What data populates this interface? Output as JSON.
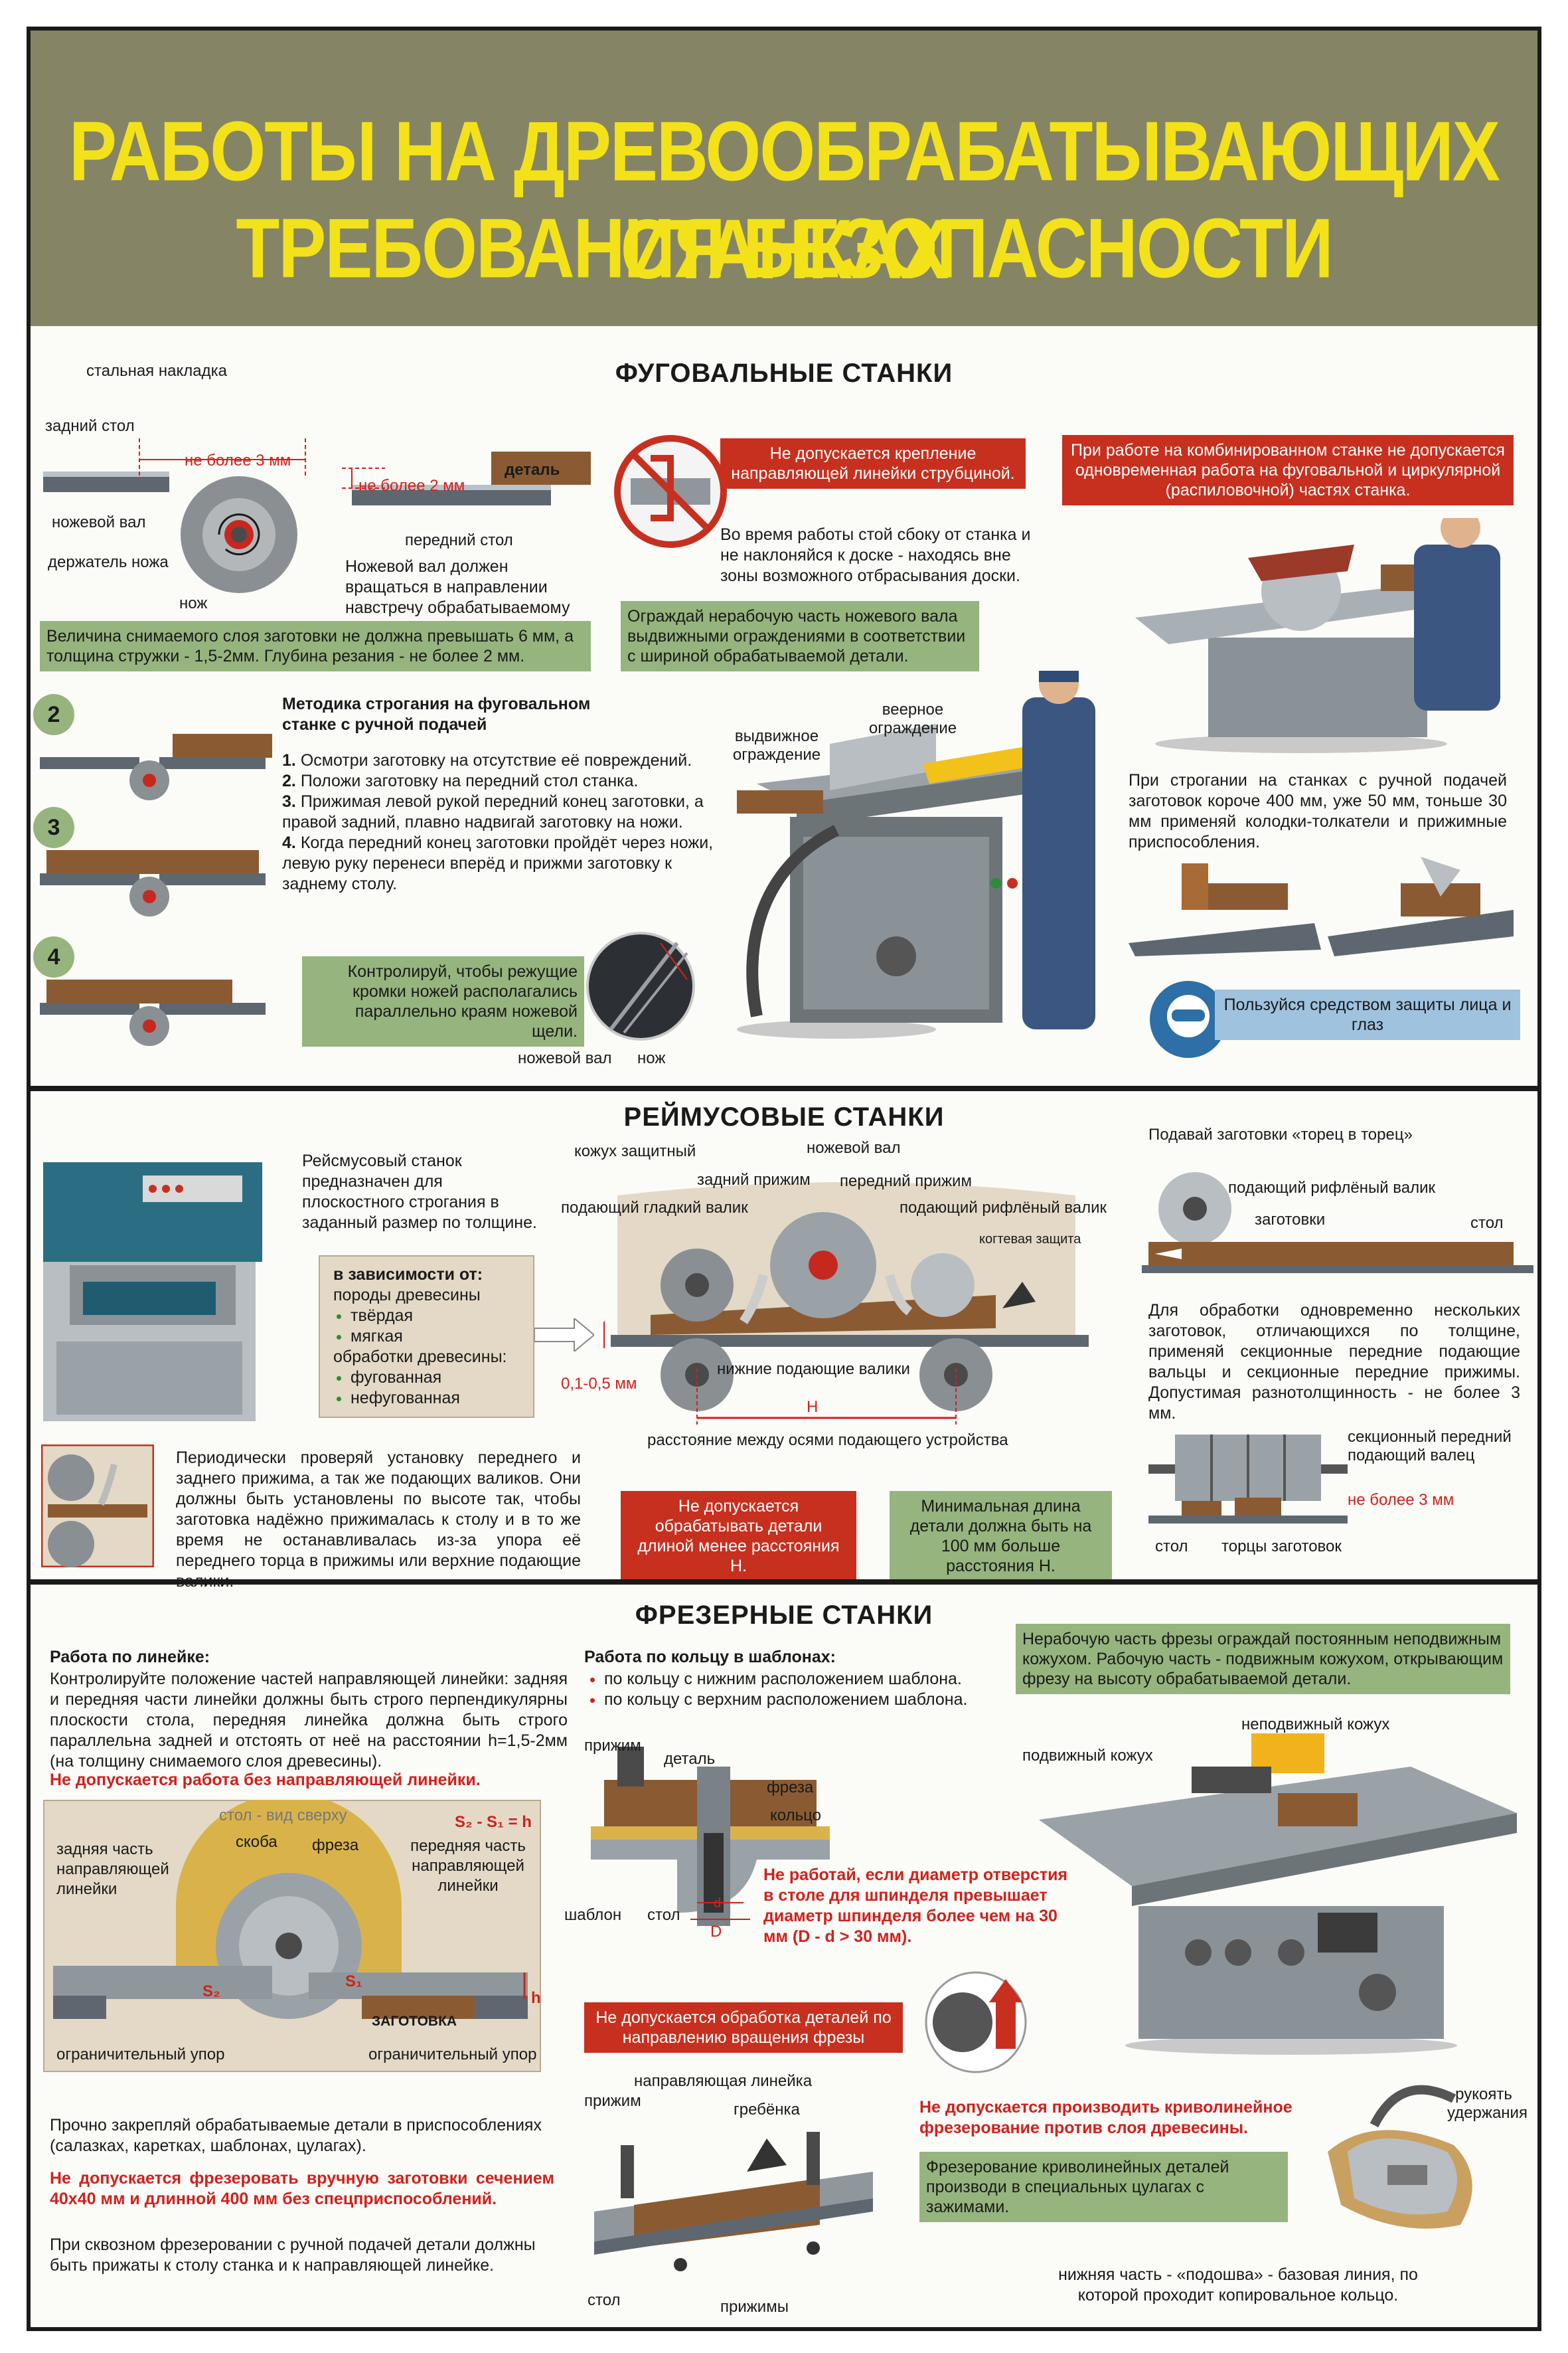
{
  "header": {
    "line1": "РАБОТЫ НА ДРЕВООБРАБАТЫВАЮЩИХ СТАНКАХ",
    "line2": "ТРЕБОВАНИЯ БЕЗОПАСНОСТИ"
  },
  "jointer": {
    "title": "ФУГОВАЛЬНЫЕ СТАНКИ",
    "labels": {
      "steel_plate": "стальная накладка",
      "rear_table": "задний стол",
      "max_3mm": "не более 3 мм",
      "max_2mm": "не более 2 мм",
      "part": "деталь",
      "cutter_shaft": "ножевой вал",
      "front_table": "передний стол",
      "knife_holder": "держатель ножа",
      "knife": "нож",
      "rotation_note": "Ножевой вал должен вращаться в направлении навстречу обрабатываемому материалу."
    },
    "layer_note": "Величина снимаемого слоя заготовки не должна превышать 6 мм, а толщина стружки - 1,5-2мм. Глубина резания - не более 2 мм.",
    "method_title": "Методика строгания на фуговальном станке с ручной подачей",
    "steps": [
      {
        "n": "1.",
        "text": "Осмотри заготовку на отсутствие её повреждений."
      },
      {
        "n": "2.",
        "text": "Положи заготовку на передний стол станка."
      },
      {
        "n": "3.",
        "text": "Прижимая левой рукой передний конец заготовки, а правой задний, плавно надвигай заготовку на ножи."
      },
      {
        "n": "4.",
        "text": "Когда передний конец заготовки пройдёт через ножи, левую руку перенеси вперёд и прижми заготовку к заднему столу."
      }
    ],
    "step_numbers": [
      "2",
      "3",
      "4"
    ],
    "clamp_warning": "Не допускается крепление направляющей линейки струбциной.",
    "side_note": "Во время работы стой сбоку от станка и не наклоняйся к доске - находясь вне зоны возможного отбрасывания доски.",
    "guard_note": "Ограждай нерабочую часть ножевого вала выдвижными ограждениями в соответствии с шириной обрабатываемой детали.",
    "sliding_guard": "выдвижное ограждение",
    "fan_guard": "веерное ограждение",
    "combined_warning": "При работе на комбинированном станке не допускается одновременная работа на фуговальной и циркулярной (распиловочной) частях станка.",
    "pusher_note": "При строгании на станках с ручной подачей заготовок короче 400 мм, уже 50 мм, тоньше 30 мм применяй колодки-толкатели и прижимные приспособления.",
    "edges_note": "Контролируй, чтобы режущие кромки ножей располагались параллельно краям ножевой щели.",
    "shaft_label": "ножевой вал",
    "knife_label": "нож",
    "ppe_note": "Пользуйся средством защиты лица и глаз"
  },
  "planer": {
    "title": "РЕЙМУСОВЫЕ СТАНКИ",
    "intro": "Рейсмусовый станок предназначен для плоскостного строгания в заданный размер по толщине.",
    "depends_title": "в зависимости от:",
    "depends_items": [
      "породы древесины",
      "твёрдая",
      "мягкая",
      "обработки древесины:",
      "фугованная",
      "нефугованная"
    ],
    "labels": {
      "guard_cover": "кожух защитный",
      "cutter_shaft": "ножевой вал",
      "rear_clamp": "задний прижим",
      "front_clamp": "передний прижим",
      "smooth_roller": "подающий гладкий валик",
      "grooved_roller": "подающий рифлёный валик",
      "claw_guard": "когтевая защита",
      "lower_rollers": "нижние подающие валики",
      "gap": "0,1-0,5 мм",
      "h": "H",
      "axis_distance": "расстояние между осями подающего устройства"
    },
    "check_note": "Периодически проверяй установку переднего и заднего прижима, а так же подающих валиков. Они должны быть установлены по высоте так, чтобы заготовка надёжно прижималась к столу и в то же время не останавливалась из-за упора её переднего торца в прижимы или верхние подающие валики.",
    "short_warning": "Не допускается обрабатывать детали длиной менее расстояния Н.",
    "min_length": "Минимальная длина детали должна быть на 100 мм больше расстояния Н.",
    "end_to_end": "Подавай заготовки «торец в торец»",
    "feed_roller": "подающий рифлёный валик",
    "workpieces": "заготовки",
    "table": "стол",
    "multi_note": "Для обработки одновременно нескольких заготовок, отличающихся по толщине, применяй секционные передние подающие вальцы и секционные передние прижимы. Допустимая разнотолщинность - не более 3 мм.",
    "sectional_roller": "секционный передний подающий валец",
    "max_3mm": "не более 3 мм",
    "table2": "стол",
    "ends": "торцы заготовок"
  },
  "milling": {
    "title": "ФРЕЗЕРНЫЕ СТАНКИ",
    "ruler_title": "Работа по линейке:",
    "ruler_text": "Контролируйте положение частей направляющей линейки: задняя и передняя части линейки должны быть строго перпендикулярны плоскости стола, передняя линейка должна быть строго параллельна задней и отстоять от неё на расстоянии h=1,5-2мм (на толщину снимаемого слоя древесины).",
    "no_ruler_warning": "Не допускается работа без направляющей линейки.",
    "top_view": "стол - вид сверху",
    "formula": "S₂ - S₁ = h",
    "labels": {
      "rear_ruler": "задняя часть направляющей линейки",
      "bracket": "скоба",
      "cutter": "фреза",
      "front_ruler": "передняя часть направляющей линейки",
      "s2": "S₂",
      "s1": "S₁",
      "h": "h",
      "blank": "ЗАГОТОВКА",
      "stop_left": "ограничительный упор",
      "stop_right": "ограничительный упор"
    },
    "fix_note": "Прочно закрепляй обрабатываемые детали в приспособлениях (салазках, каретках, шаблонах, цулагах).",
    "manual_warning": "Не допускается фрезеровать вручную заготовки сечением 40х40 мм и длинной 400 мм без спецприспособлений.",
    "through_note": "При сквозном фрезеровании с ручной подачей детали должны быть прижаты к столу станка и к направляющей линейке.",
    "ring_title": "Работа по кольцу в шаблонах:",
    "ring_items": [
      "по кольцу с нижним расположением шаблона.",
      "по кольцу с верхним расположением шаблона."
    ],
    "ring_labels": {
      "clamp": "прижим",
      "part": "деталь",
      "cutter": "фреза",
      "ring": "кольцо",
      "template": "шаблон",
      "table": "стол",
      "d": "d",
      "D": "D"
    },
    "hole_warning": "Не работай, если диаметр отверстия в столе для шпинделя превышает диаметр шпинделя более чем на 30 мм (D - d > 30 мм).",
    "direction_warning": "Не допускается обработка деталей по направлению вращения фрезы",
    "ruler_labels": {
      "guide": "направляющая линейка",
      "clamp": "прижим",
      "comb": "гребёнка",
      "table": "стол",
      "clamps": "прижимы"
    },
    "guard_note": "Нерабочую часть фрезы ограждай постоянным неподвижным кожухом. Рабочую часть - подвижным кожухом, открывающим фрезу на высоту обрабатываемой детали.",
    "fixed_cover": "неподвижный кожух",
    "moving_cover": "подвижный кожух",
    "curve_warning": "Не допускается производить криволинейное фрезерование против слоя древесины.",
    "handle": "рукоять удержания",
    "curve_note": "Фрезерование криволинейных деталей производи в специальных цулагах с зажимами.",
    "sole_note": "нижняя часть - «подошва» - базовая линия, по которой проходит копировальное кольцо."
  }
}
